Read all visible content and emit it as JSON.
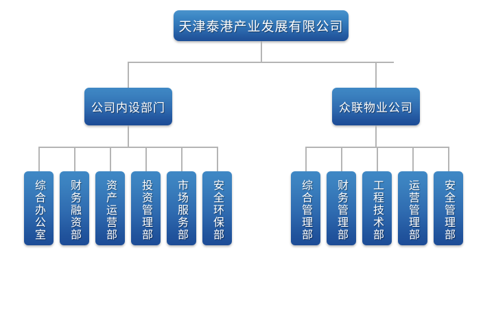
{
  "chart_data": {
    "type": "diagram",
    "diagram_kind": "organizational-chart",
    "orientation": "top-down",
    "title": "",
    "colors": {
      "node_gradient_top": "#3f88c5",
      "node_gradient_bottom": "#1d4c96",
      "connector_line": "#b4b4b4",
      "node_text": "#ffffff",
      "background": "#ffffff"
    },
    "levels": 3
  },
  "org": {
    "root": {
      "label": "天津泰港产业发展有限公司"
    },
    "branches": [
      {
        "label": "公司内设部门",
        "children": [
          {
            "label": "综合办公室"
          },
          {
            "label": "财务融资部"
          },
          {
            "label": "资产运营部"
          },
          {
            "label": "投资管理部"
          },
          {
            "label": "市场服务部"
          },
          {
            "label": "安全环保部"
          }
        ]
      },
      {
        "label": "众联物业公司",
        "children": [
          {
            "label": "综合管理部"
          },
          {
            "label": "财务管理部"
          },
          {
            "label": "工程技术部"
          },
          {
            "label": "运营管理部"
          },
          {
            "label": "安全管理部"
          }
        ]
      }
    ]
  }
}
